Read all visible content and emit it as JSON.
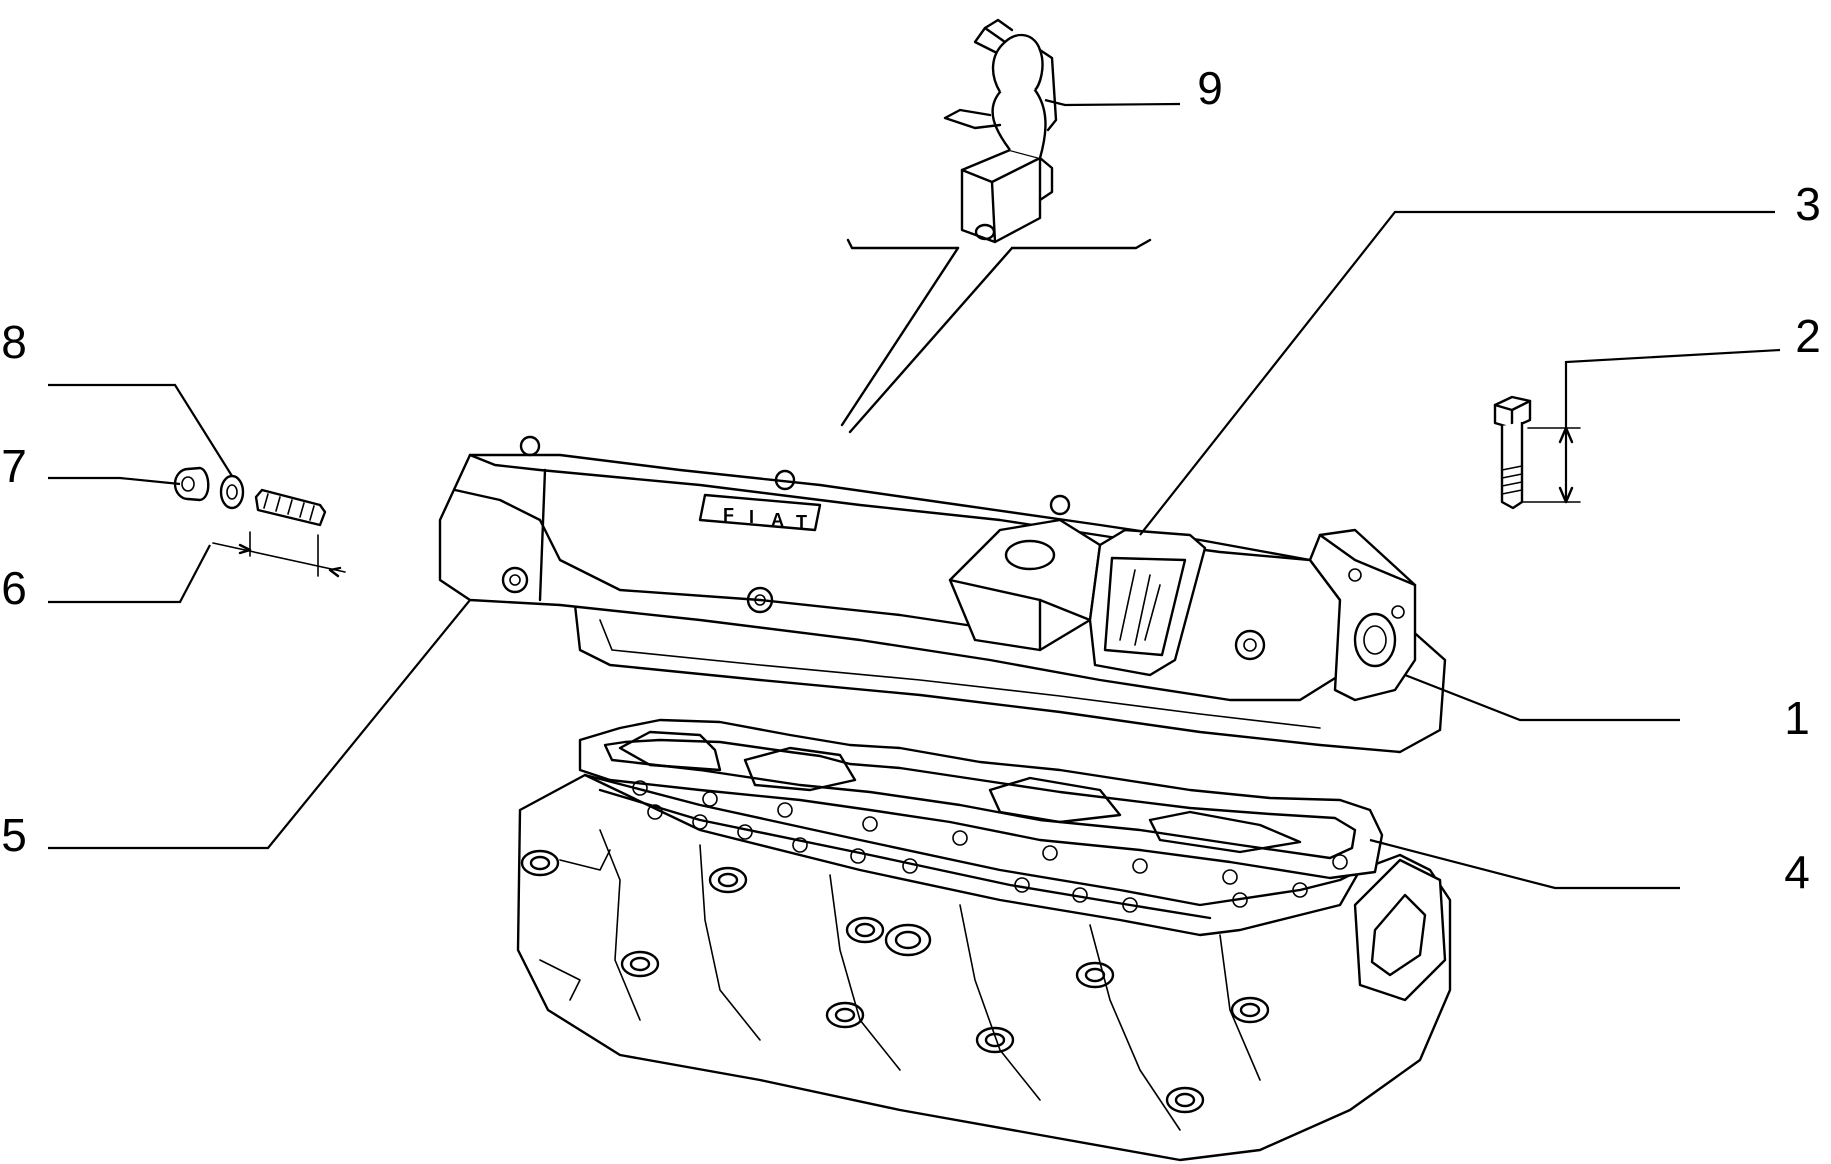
{
  "callouts": [
    {
      "id": "1",
      "label": "1"
    },
    {
      "id": "2",
      "label": "2"
    },
    {
      "id": "3",
      "label": "3"
    },
    {
      "id": "4",
      "label": "4"
    },
    {
      "id": "5",
      "label": "5"
    },
    {
      "id": "6",
      "label": "6"
    },
    {
      "id": "7",
      "label": "7"
    },
    {
      "id": "8",
      "label": "8"
    },
    {
      "id": "9",
      "label": "9"
    }
  ],
  "logo": {
    "letters": [
      "F",
      "I",
      "A",
      "T"
    ]
  }
}
